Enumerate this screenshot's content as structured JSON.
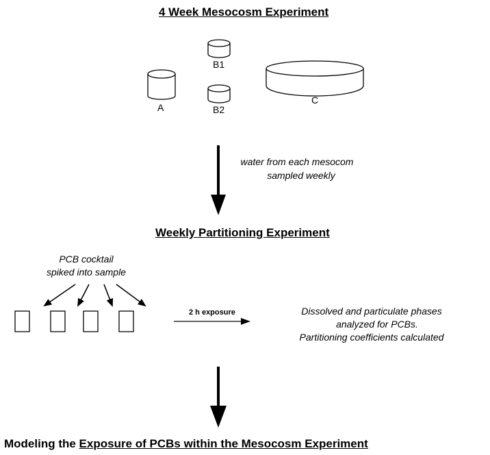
{
  "mesocosm": {
    "title": "4 Week Mesocosm Experiment",
    "tank_labels": {
      "a": "A",
      "b1": "B1",
      "b2": "B2",
      "c": "C"
    }
  },
  "transfer": {
    "line1": "water from each mesocom",
    "line2": "sampled weekly"
  },
  "partitioning": {
    "title": "Weekly Partitioning Experiment",
    "spike_line1": "PCB cocktail",
    "spike_line2": "spiked into sample",
    "exposure_label": "2 h exposure",
    "result_line1": "Dissolved and particulate phases",
    "result_line2": "analyzed for PCBs.",
    "result_line3": "Partitioning coefficients calculated"
  },
  "modeling": {
    "title_prefix": "Modeling the ",
    "title_underlined": "Exposure of PCBs within the Mesocosm Experiment"
  }
}
